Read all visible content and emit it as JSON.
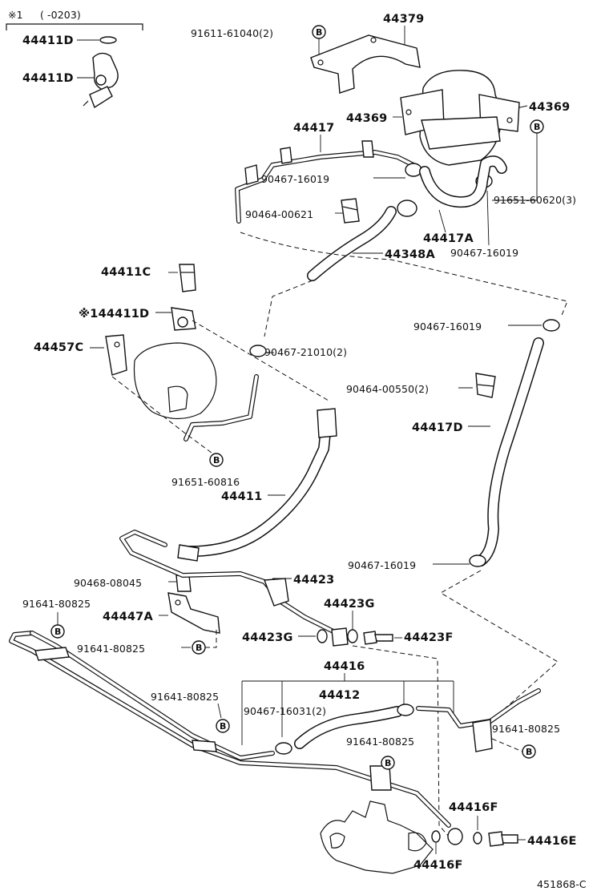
{
  "header": {
    "note_symbol": "※1",
    "note_range": "(     -0203)"
  },
  "labels": {
    "l44411D_a": "44411D",
    "l44411D_b": "44411D",
    "l91611": "91611-61040(2)",
    "l44379": "44379",
    "l44369_a": "44369",
    "l44369_b": "44369",
    "l44417": "44417",
    "l90467_16019_a": "90467-16019",
    "l91651_60620": "91651-60620(3)",
    "l90464_00621": "90464-00621",
    "l44417A": "44417A",
    "l44348A": "44348A",
    "l90467_16019_b": "90467-16019",
    "l44411C": "44411C",
    "l144411D": "※144411D",
    "l44457C": "44457C",
    "l90467_21010": "90467-21010(2)",
    "l90467_16019_c": "90467-16019",
    "l90464_00550": "90464-00550(2)",
    "l44417D": "44417D",
    "l91651_60816": "91651-60816",
    "l44411": "44411",
    "l90467_16019_d": "90467-16019",
    "l90468_08045": "90468-08045",
    "l44423": "44423",
    "l91641_a": "91641-80825",
    "l44447A": "44447A",
    "l44423G_a": "44423G",
    "l44423G_b": "44423G",
    "l44423F": "44423F",
    "l91641_b": "91641-80825",
    "l44416": "44416",
    "l91641_c": "91641-80825",
    "l44412": "44412",
    "l90467_16031": "90467-16031(2)",
    "l91641_d": "91641-80825",
    "l91641_e": "91641-80825",
    "l44416F_a": "44416F",
    "l44416E": "44416E",
    "l44416F_b": "44416F",
    "diagram_id": "451868-C"
  },
  "ref_marker": "B",
  "colors": {
    "ink": "#111111",
    "paper": "#ffffff"
  }
}
